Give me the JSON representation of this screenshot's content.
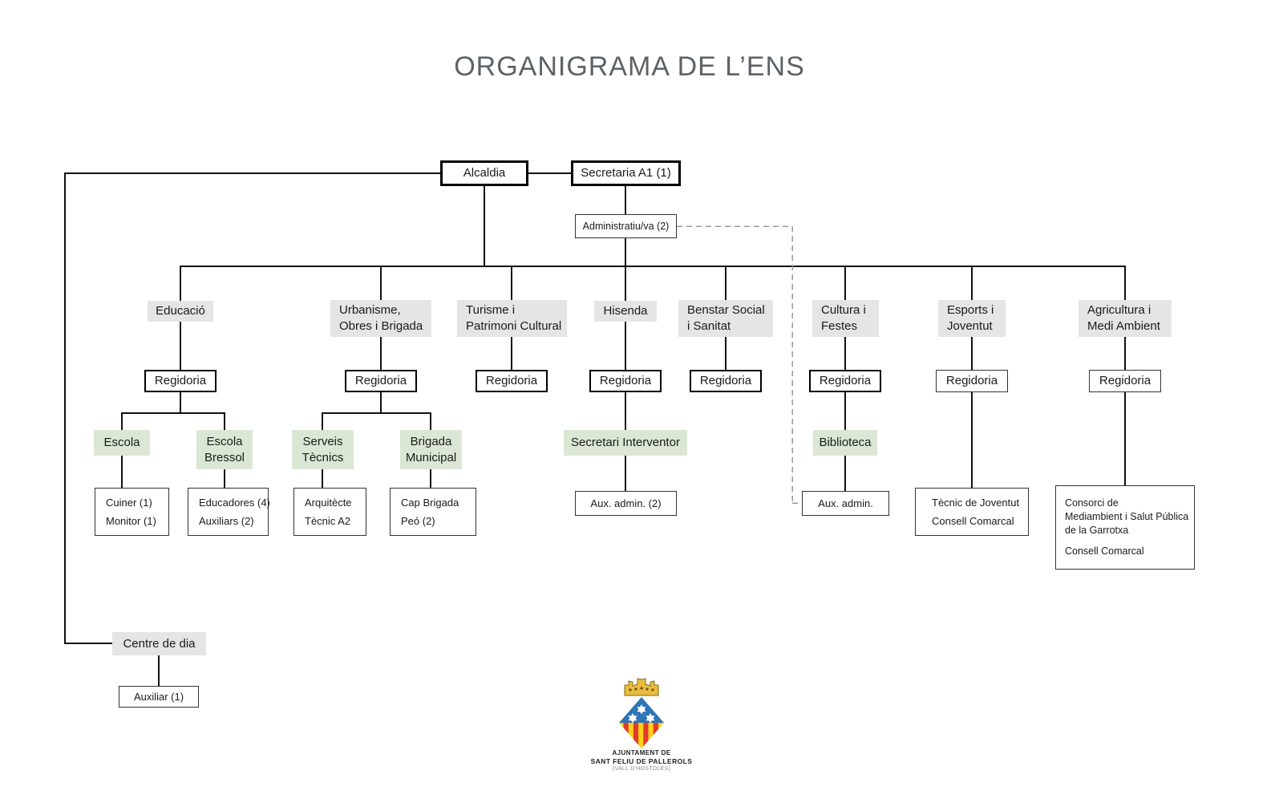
{
  "title": "ORGANIGRAMA DE L’ENS",
  "nodes": {
    "alcaldia": {
      "label": "Alcaldia"
    },
    "secretaria": {
      "label": "Secretaria A1 (1)"
    },
    "administratiu": {
      "label": "Administratiu/va (2)"
    },
    "regidoria_label": "Regidoria",
    "educacio": {
      "line1": "Educació"
    },
    "urbanisme": {
      "line1": "Urbanisme,",
      "line2": "Obres i Brigada"
    },
    "turisme": {
      "line1": "Turisme i",
      "line2": "Patrimoni Cultural"
    },
    "hisenda": {
      "line1": "Hisenda"
    },
    "benestar": {
      "line1": "Benstar Social",
      "line2": "i Sanitat"
    },
    "cultura": {
      "line1": "Cultura i",
      "line2": "Festes"
    },
    "esports": {
      "line1": "Esports i",
      "line2": "Joventut"
    },
    "agricultura": {
      "line1": "Agricultura i",
      "line2": "Medi Ambient"
    },
    "escola": {
      "label": "Escola"
    },
    "escola_bressol": {
      "line1": "Escola",
      "line2": "Bressol"
    },
    "serveis_tecnics": {
      "line1": "Serveis",
      "line2": "Tècnics"
    },
    "brigada_municipal": {
      "line1": "Brigada",
      "line2": "Municipal"
    },
    "secretari_interventor": {
      "label": "Secretari Interventor"
    },
    "biblioteca": {
      "label": "Biblioteca"
    },
    "cuiner": {
      "line1": "Cuiner (1)",
      "line2": "Monitor (1)"
    },
    "educadores": {
      "line1": "Educadores (4)",
      "line2": "Auxiliars (2)"
    },
    "arquitecte": {
      "line1": "Arquitècte",
      "line2": "Tècnic A2"
    },
    "cap_brigada": {
      "line1": "Cap Brigada",
      "line2": "Peó (2)"
    },
    "aux_admin_2": {
      "label": "Aux. admin. (2)"
    },
    "aux_admin": {
      "label": "Aux. admin."
    },
    "tecnic_joventut": {
      "line1": "Tècnic de Joventut",
      "line2": "Consell Comarcal"
    },
    "consorci": {
      "line1": "Consorci de",
      "line2": "Mediambient i Salut Pública",
      "line3": "de la Garrotxa",
      "line4": "Consell Comarcal"
    },
    "centre_de_dia": {
      "label": "Centre de dia"
    },
    "auxiliar": {
      "label": "Auxiliar (1)"
    }
  },
  "logo": {
    "line1": "AJUNTAMENT DE",
    "line2": "SANT FELIU DE PALLEROLS",
    "line3": "(VALL D'HOSTOLES)"
  },
  "colors": {
    "dept_fill": "#e5e5e5",
    "unit_fill_green": "#dbe7d4",
    "connector": "#111111",
    "dashed_connector": "#999999",
    "title_text": "#5d6266",
    "crown_gold": "#e8bc3f",
    "shield_blue": "#2e75b6",
    "stripe_yellow": "#fcd116",
    "stripe_red": "#e03a2f"
  }
}
